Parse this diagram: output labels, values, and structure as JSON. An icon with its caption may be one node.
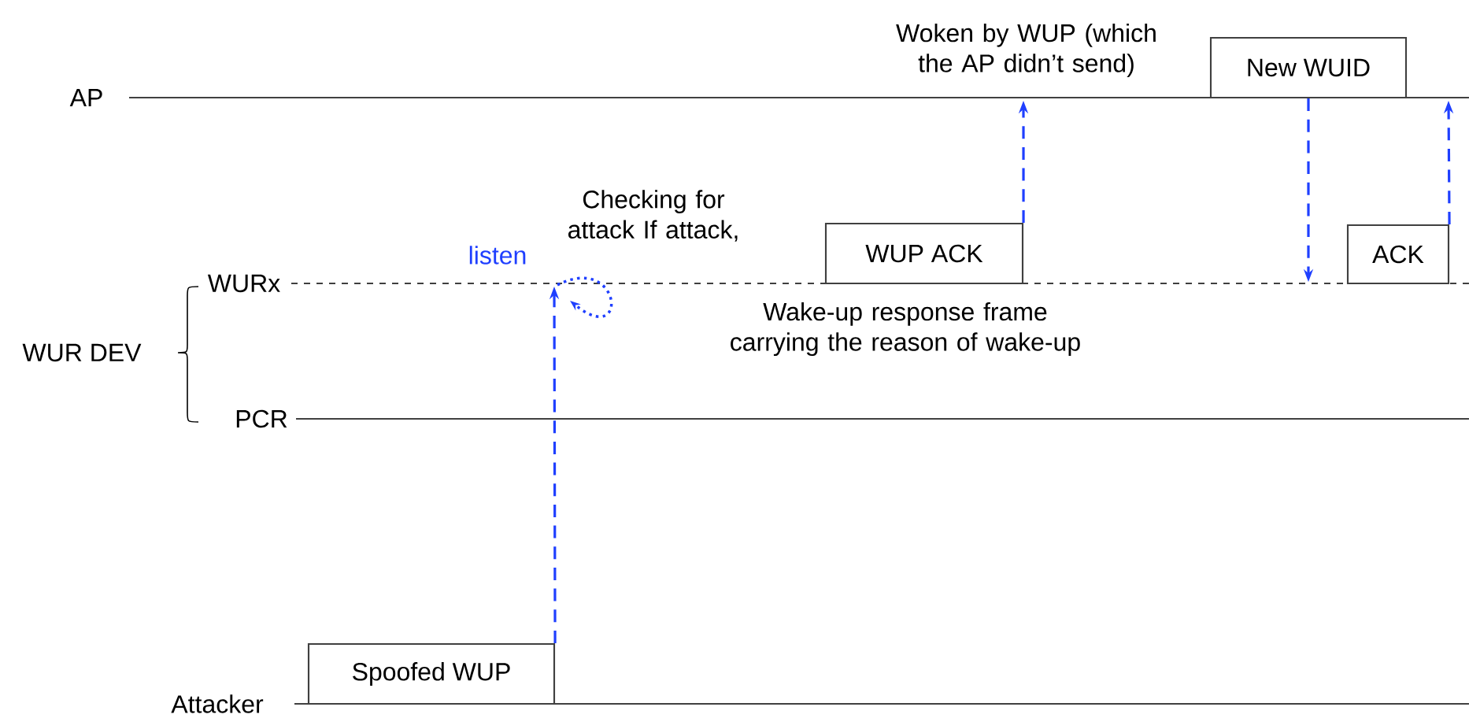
{
  "diagram": {
    "nodes": [
      {
        "text": [
          "Spoofed WUP"
        ]
      },
      {
        "text": [
          "WUP ACK"
        ]
      },
      {
        "text": [
          "New WUID"
        ]
      },
      {
        "text": [
          "ACK"
        ]
      }
    ],
    "edges": [
      {
        "from": 0,
        "to": null,
        "arrow": "to",
        "style": "dashed",
        "color": "#1f3fff"
      },
      {
        "from": 1,
        "to": null,
        "arrow": "to",
        "style": "dashed",
        "color": "#1f3fff"
      },
      {
        "from": 2,
        "to": null,
        "arrow": "to",
        "style": "dashed",
        "color": "#1f3fff"
      },
      {
        "from": 3,
        "to": null,
        "arrow": "to",
        "style": "dashed",
        "color": "#1f3fff"
      }
    ],
    "labels": [
      "Woken by WUP (which the AP didn’t send)",
      "AP",
      "Checking for attack If attack,",
      "listen",
      "WURx",
      "Wake-up response frame carrying the reason of wake-up",
      "WUR DEV",
      "PCR",
      "Attacker"
    ]
  }
}
